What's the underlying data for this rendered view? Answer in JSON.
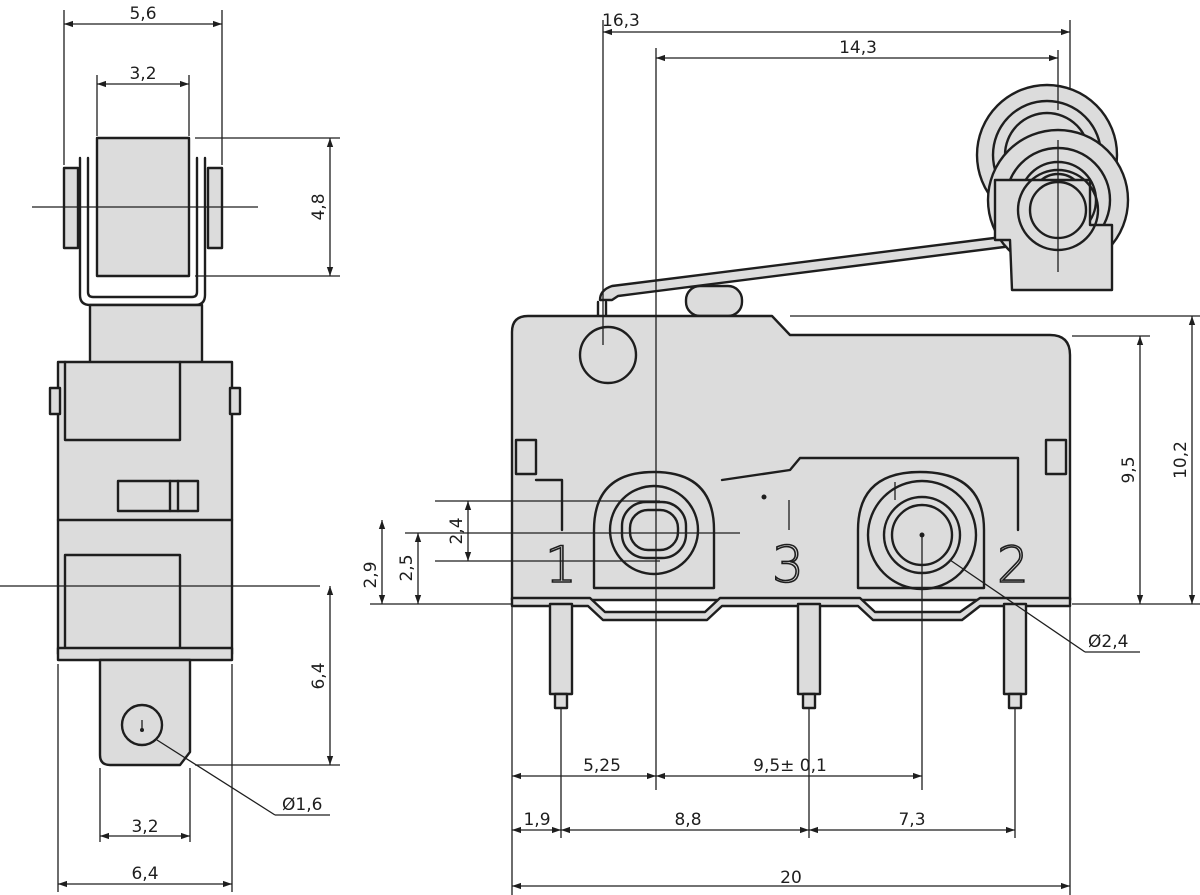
{
  "dimensions": {
    "side_roller_width": "5,6",
    "side_roller_inner": "3,2",
    "side_roller_height": "4,8",
    "side_tab_length": "6,4",
    "side_tab_width": "3,2",
    "side_body_width": "6,4",
    "side_tab_hole": "Ø1,6",
    "front_lever_total": "16,3",
    "front_lever_axis": "14,3",
    "front_height_body": "9,5",
    "front_height_total": "10,2",
    "front_hole_span": "2,4",
    "front_hole_center": "2,5",
    "front_hole_top": "2,9",
    "front_pin_hole": "Ø2,4",
    "front_pos_first": "5,25",
    "front_pos_spacing": "9,5± 0,1",
    "front_pin_offset": "1,9",
    "front_pin_pitch1": "8,8",
    "front_pin_pitch2": "7,3",
    "front_total_width": "20"
  },
  "pin_labels": {
    "pin1": "1",
    "pin2": "2",
    "pin3": "3"
  }
}
